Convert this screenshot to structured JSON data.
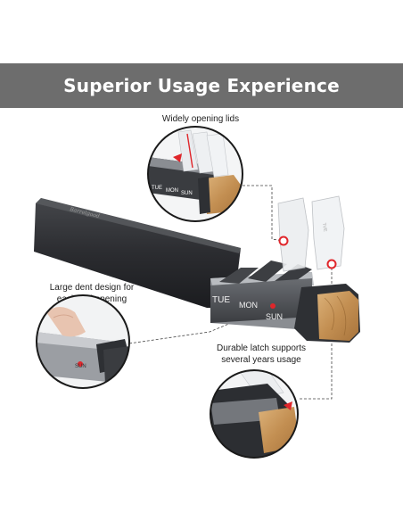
{
  "banner": {
    "title": "Superior Usage Experience"
  },
  "callouts": {
    "top": "Widely opening lids",
    "left_line1": "Large dent design for",
    "left_line2": "easier lid opening",
    "right_line1": "Durable latch supports",
    "right_line2": "several years usage"
  },
  "day_labels": {
    "tue": "TUE",
    "mon": "MON",
    "sun": "SUN",
    "zoom_tue": "TUE",
    "zoom_mon": "MON",
    "zoom_sun": "SUN"
  },
  "colors": {
    "banner": "#6d6d6d",
    "case": "#2a2b2e",
    "accent_red": "#e0262b",
    "bamboo": "#c89a5b"
  }
}
